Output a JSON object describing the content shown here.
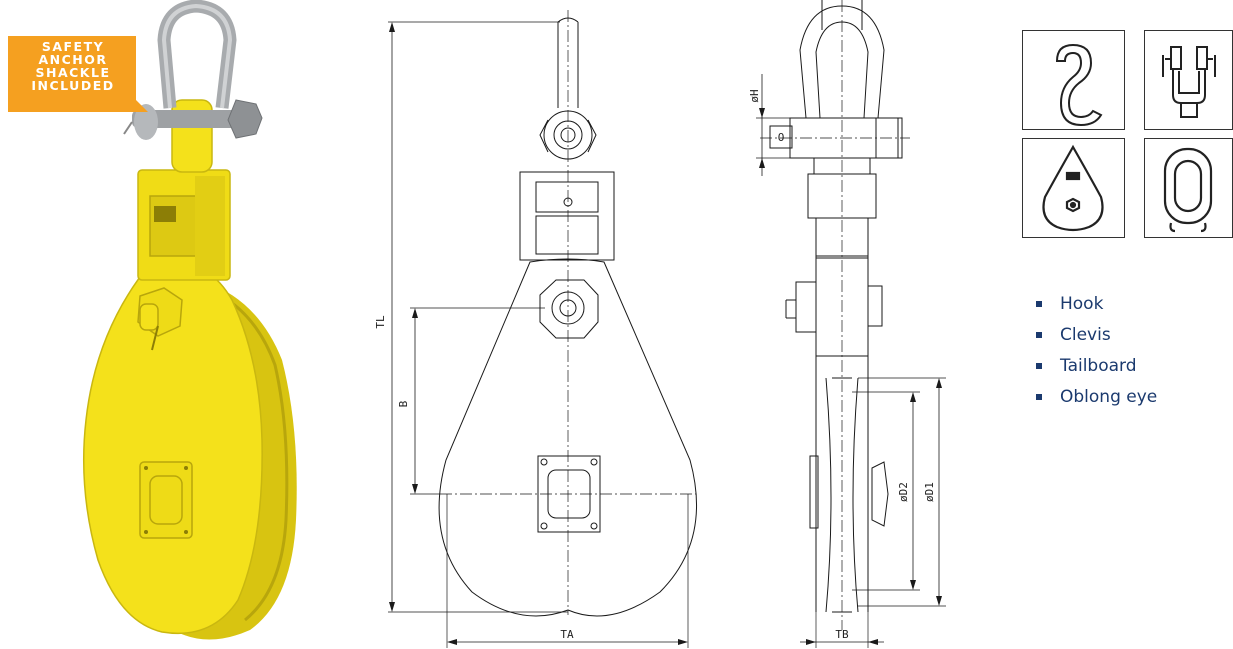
{
  "badge": {
    "lines": [
      "SAFETY",
      "ANCHOR",
      "SHACKLE",
      "INCLUDED"
    ],
    "color": "#f5a020"
  },
  "product": {
    "body_color": "#f4e11b",
    "shackle_color": "#a8abae"
  },
  "dimensions": {
    "tl": "TL",
    "b": "B",
    "ta": "TA",
    "tb": "TB",
    "h": "øH",
    "o": "O",
    "d1": "øD1",
    "d2": "øD2"
  },
  "options": {
    "icons": [
      "hook-icon",
      "clevis-icon",
      "tailboard-icon",
      "oblong-eye-icon"
    ],
    "items": [
      {
        "label": "Hook"
      },
      {
        "label": "Clevis"
      },
      {
        "label": "Tailboard"
      },
      {
        "label": "Oblong eye"
      }
    ],
    "text_color": "#1b3a6e"
  }
}
